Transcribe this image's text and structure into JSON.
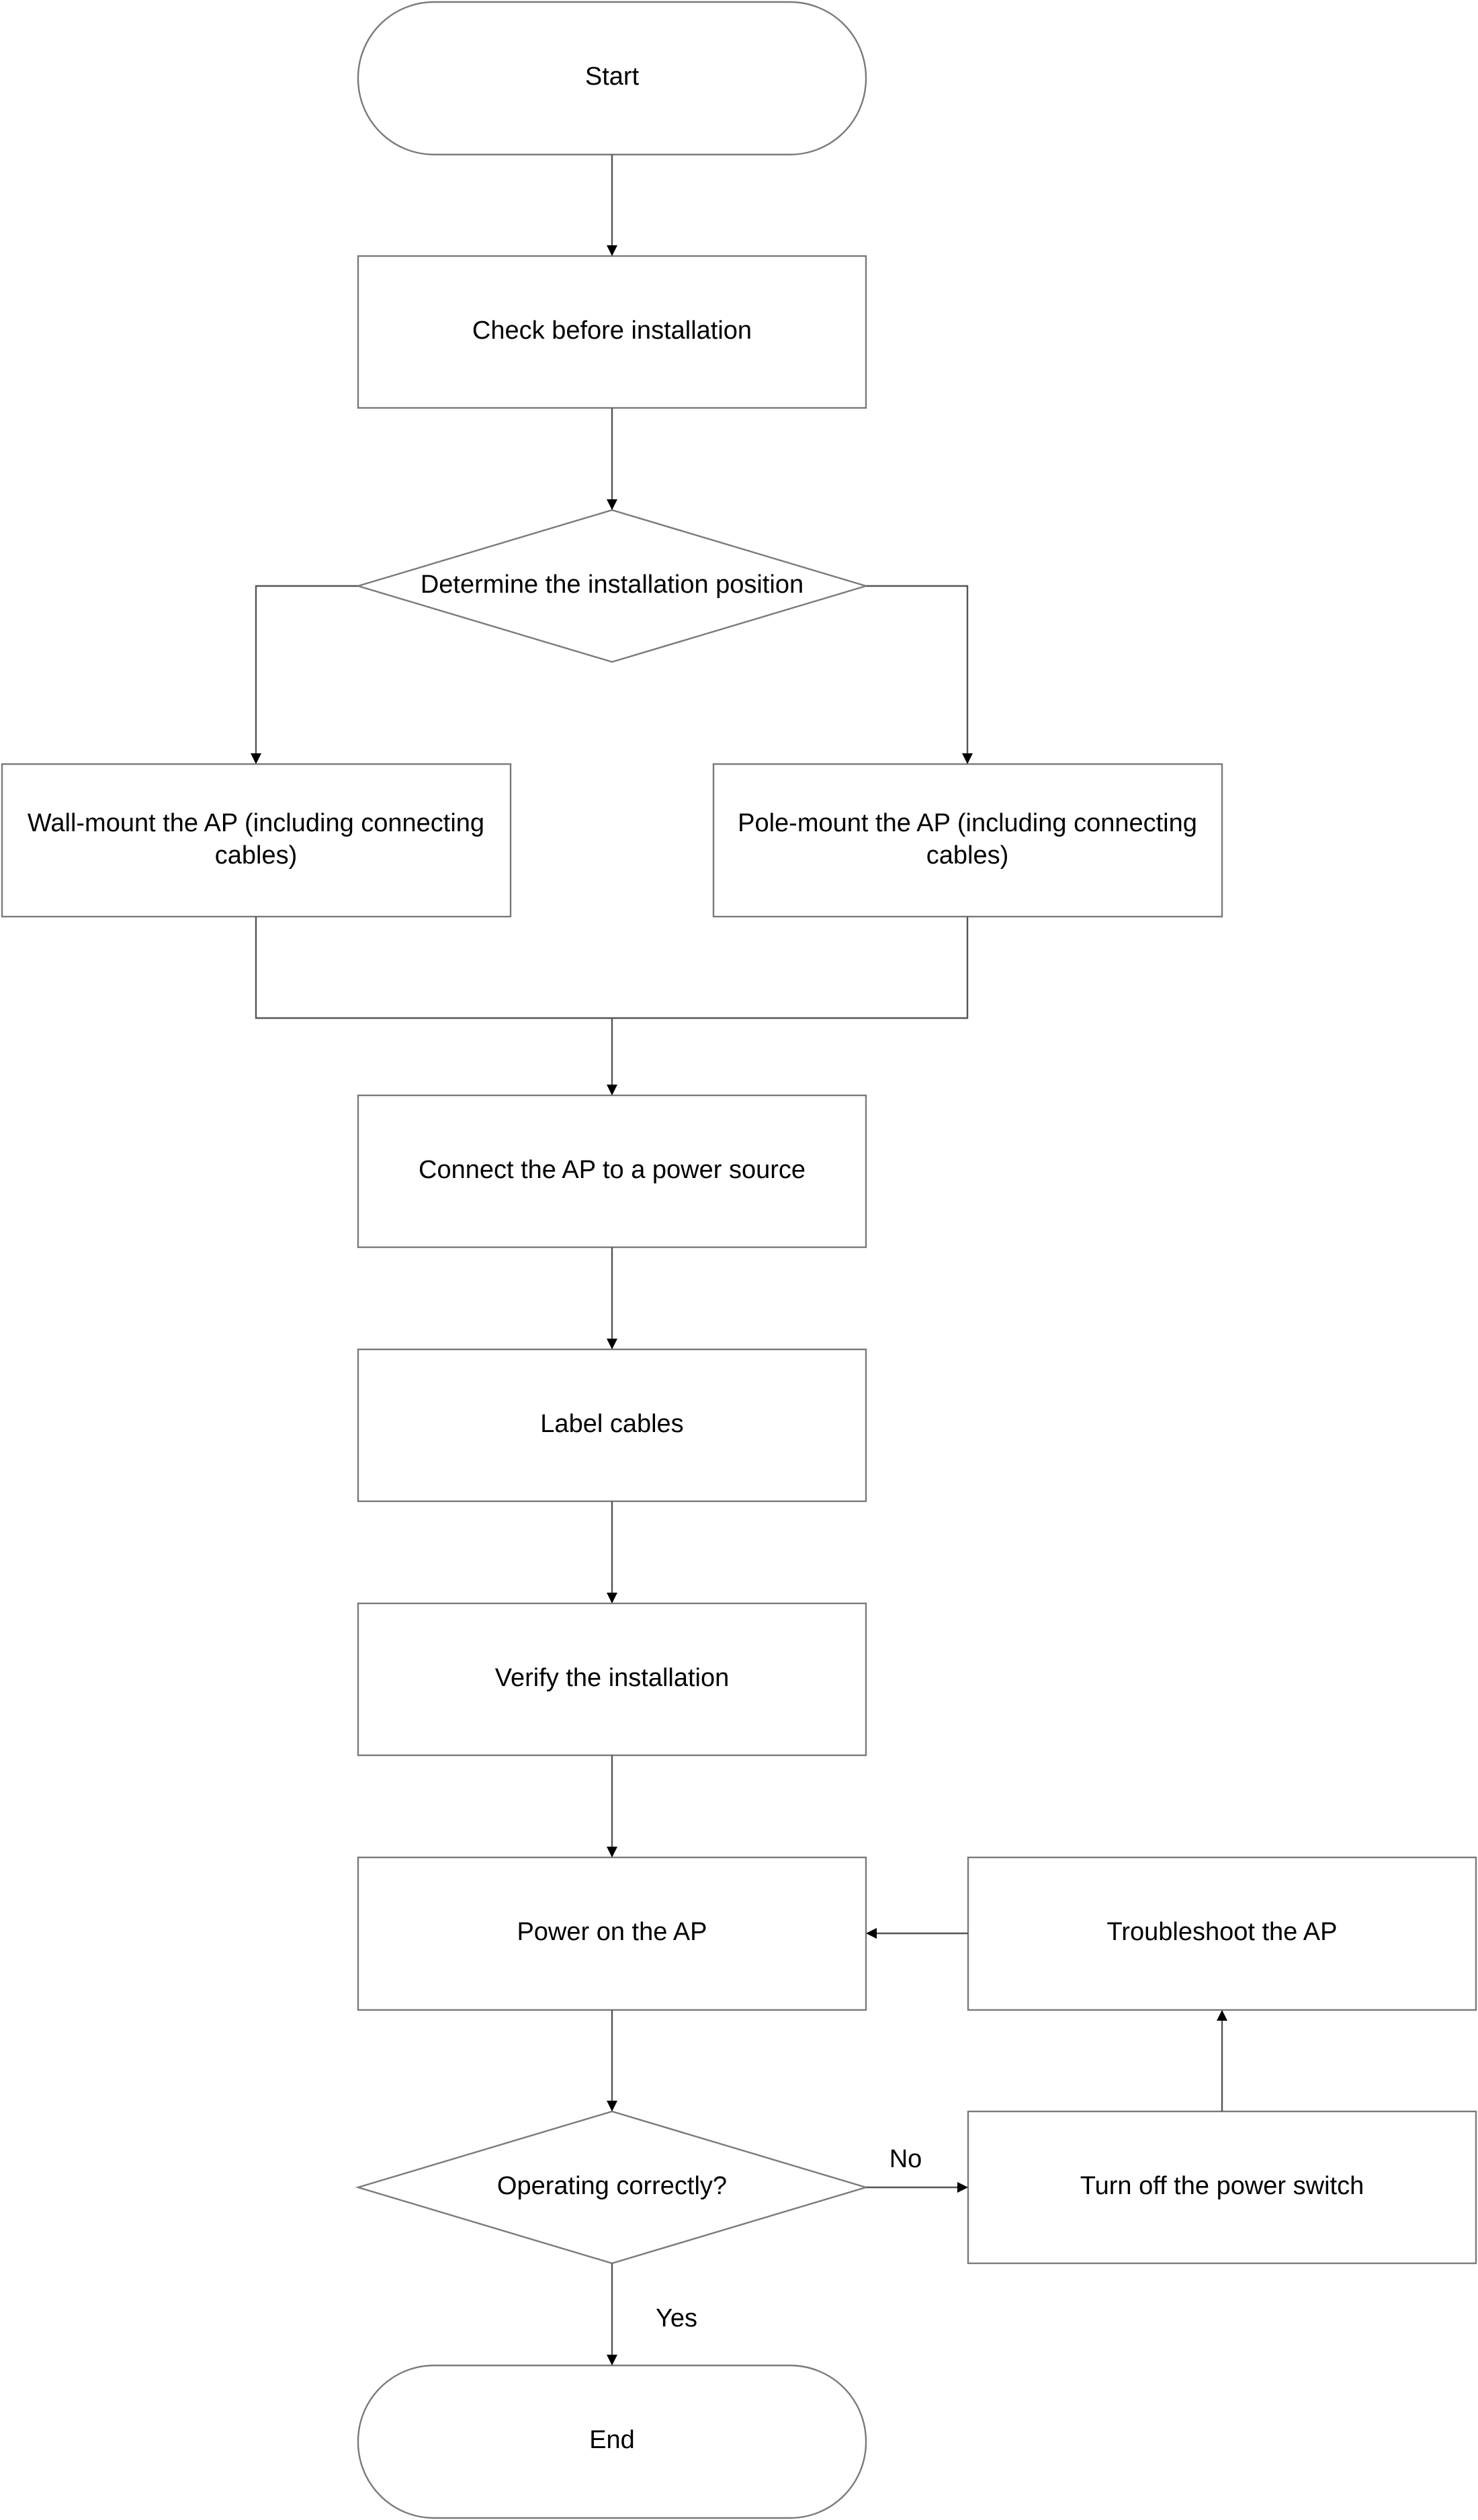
{
  "diagram": {
    "nodes": {
      "start": "Start",
      "check": "Check before installation",
      "determine": "Determine the installation position",
      "wall_mount": [
        "Wall-mount the AP (including connecting",
        "cables)"
      ],
      "pole_mount": [
        "Pole-mount the AP (including connecting",
        "cables)"
      ],
      "connect_power": "Connect the AP to a power source",
      "label_cables": "Label cables",
      "verify": "Verify the installation",
      "power_on": "Power on the AP",
      "operating": "Operating correctly?",
      "turn_off": "Turn off the power switch",
      "troubleshoot": "Troubleshoot the AP",
      "end": "End"
    },
    "edge_labels": {
      "no": "No",
      "yes": "Yes"
    }
  }
}
